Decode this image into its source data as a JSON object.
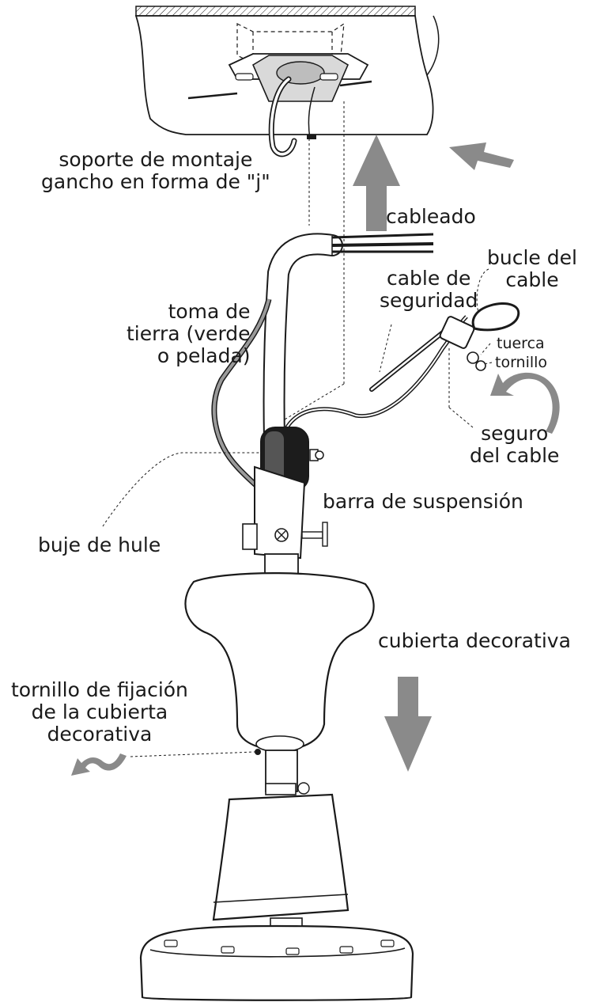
{
  "labels": {
    "mounting_bracket": [
      "soporte de montaje",
      "gancho en forma de \"j\""
    ],
    "wiring": "cableado",
    "loop": [
      "bucle del",
      "cable"
    ],
    "safety_cable": [
      "cable de",
      "seguridad"
    ],
    "ground": [
      "toma de",
      "tierra (verde",
      "o pelada)"
    ],
    "nut": "tuerca",
    "screw": "tornillo",
    "cable_lock": [
      "seguro",
      "del cable"
    ],
    "hanger_bar": "barra de suspensión",
    "rubber_bushing": "buje de hule",
    "canopy": "cubierta decorativa",
    "canopy_screw": [
      "tornillo de fijación",
      "de la cubierta",
      "decorativa"
    ]
  },
  "colors": {
    "line": "#1a1a1a",
    "arrow": "#8a8a8a",
    "bushing": "#1c1c1c",
    "ground_wire": "#9a9a9a"
  }
}
